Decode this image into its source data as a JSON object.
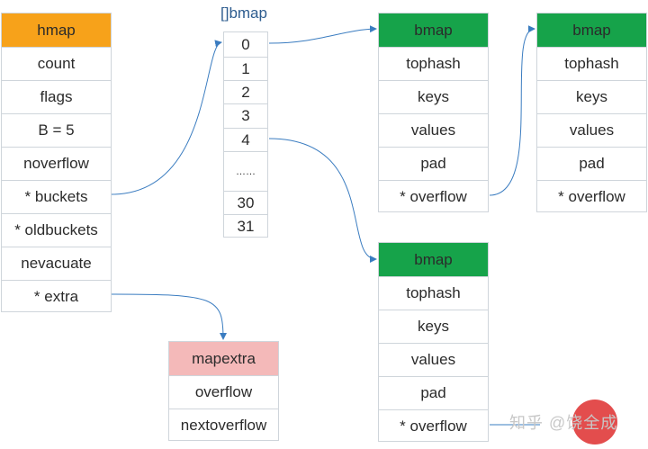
{
  "hmap": {
    "header": "hmap",
    "fields": [
      "count",
      "flags",
      "B = 5",
      "noverflow",
      "* buckets",
      "* oldbuckets",
      "nevacuate",
      "* extra"
    ]
  },
  "bucket_array": {
    "title": "[]bmap",
    "cells": [
      "0",
      "1",
      "2",
      "3",
      "4",
      "……",
      "30",
      "31"
    ]
  },
  "bmap_0": {
    "header": "bmap",
    "fields": [
      "tophash",
      "keys",
      "values",
      "pad",
      "* overflow"
    ]
  },
  "bmap_overflow": {
    "header": "bmap",
    "fields": [
      "tophash",
      "keys",
      "values",
      "pad",
      "* overflow"
    ]
  },
  "bmap_4": {
    "header": "bmap",
    "fields": [
      "tophash",
      "keys",
      "values",
      "pad",
      "* overflow"
    ]
  },
  "mapextra": {
    "header": "mapextra",
    "fields": [
      "overflow",
      "nextoverflow"
    ]
  },
  "watermark": "知乎 @饶全成",
  "colors": {
    "hmap_header": "#f7a21a",
    "bmap_header": "#16a34a",
    "mapextra_header": "#f4b9b9",
    "arrow": "#3a7cc0",
    "title": "#2d5c8f"
  }
}
